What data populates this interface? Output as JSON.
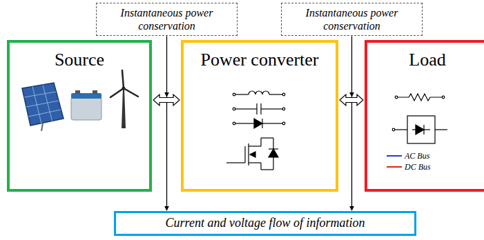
{
  "diagram": {
    "nodes": [
      {
        "text": [
          "Source"
        ]
      },
      {
        "text": [
          "Power converter"
        ]
      },
      {
        "text": [
          "Load"
        ]
      },
      {
        "text": [
          "Instantaneous power conservation"
        ]
      },
      {
        "text": [
          "Instantaneous power conservation"
        ]
      },
      {
        "text": [
          "Current and voltage flow of information"
        ]
      }
    ],
    "edges": [
      {
        "from": 0,
        "to": 1,
        "arrow": "both"
      },
      {
        "from": 1,
        "to": 2,
        "arrow": "both"
      },
      {
        "from": 3,
        "to": 5,
        "arrow": "to"
      },
      {
        "from": 4,
        "to": 5,
        "arrow": "to"
      }
    ],
    "legend": [
      {
        "text": "AC Bus"
      },
      {
        "text": "DC Bus"
      }
    ]
  }
}
